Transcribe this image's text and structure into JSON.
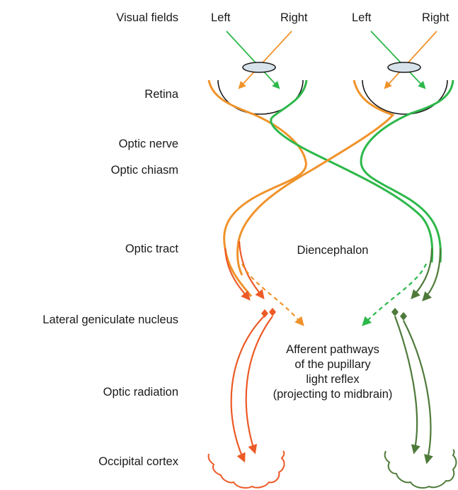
{
  "header": {
    "visual_fields": "Visual fields",
    "left_1": "Left",
    "right_1": "Right",
    "left_2": "Left",
    "right_2": "Right"
  },
  "labels": {
    "retina": "Retina",
    "optic_nerve": "Optic nerve",
    "optic_chiasm": "Optic chiasm",
    "optic_tract": "Optic tract",
    "lgn": "Lateral geniculate nucleus",
    "optic_radiation": "Optic radiation",
    "occipital_cortex": "Occipital cortex"
  },
  "annotations": {
    "diencephalon": "Diencephalon",
    "afferent_line1": "Afferent pathways",
    "afferent_line2": "of the pupillary",
    "afferent_line3": "light reflex",
    "afferent_line4": "(projecting to midbrain)"
  },
  "colors": {
    "orange": "#f0932b",
    "green": "#2db84a",
    "red_orange": "#ec5a26",
    "dark_green": "#4e7a3a",
    "black": "#1a1a1a",
    "lens_fill": "#d8e2ea"
  }
}
